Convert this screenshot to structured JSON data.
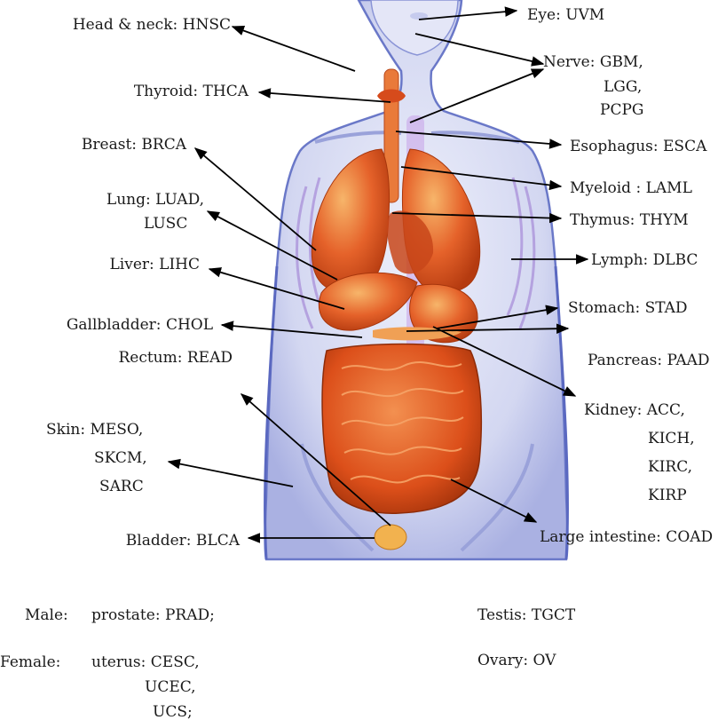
{
  "labels": {
    "eye": "Eye: UVM",
    "head_neck": "Head & neck: HNSC",
    "nerve": [
      "Nerve: GBM,",
      "LGG,",
      "PCPG"
    ],
    "thyroid": "Thyroid: THCA",
    "esophagus": "Esophagus: ESCA",
    "breast": "Breast: BRCA",
    "myeloid": "Myeloid : LAML",
    "lung": [
      "Lung: LUAD,",
      "LUSC"
    ],
    "thymus": "Thymus: THYM",
    "liver": "Liver: LIHC",
    "lymph": "Lymph: DLBC",
    "stomach": "Stomach: STAD",
    "gallbladder": "Gallbladder: CHOL",
    "pancreas": "Pancreas: PAAD",
    "rectum": "Rectum: READ",
    "kidney": [
      "Kidney: ACC,",
      "KICH,",
      "KIRC,",
      "KIRP"
    ],
    "skin": [
      "Skin: MESO,",
      "SKCM,",
      "SARC"
    ],
    "large_intestine": "Large intestine: COAD",
    "bladder": "Bladder: BLCA"
  },
  "sex_specific": {
    "male_label": "Male:",
    "male_value": "prostate: PRAD;",
    "female_label": "Female:",
    "female_values": [
      "uterus: CESC,",
      "UCEC,",
      "UCS;"
    ],
    "testis": "Testis: TGCT",
    "ovary": "Ovary: OV"
  },
  "colors": {
    "body_outline": "#6a78c8",
    "body_fill": "#d9dcf4",
    "organ": "#e2551d",
    "organ_light": "#f4a25a",
    "arrow": "#000000"
  }
}
